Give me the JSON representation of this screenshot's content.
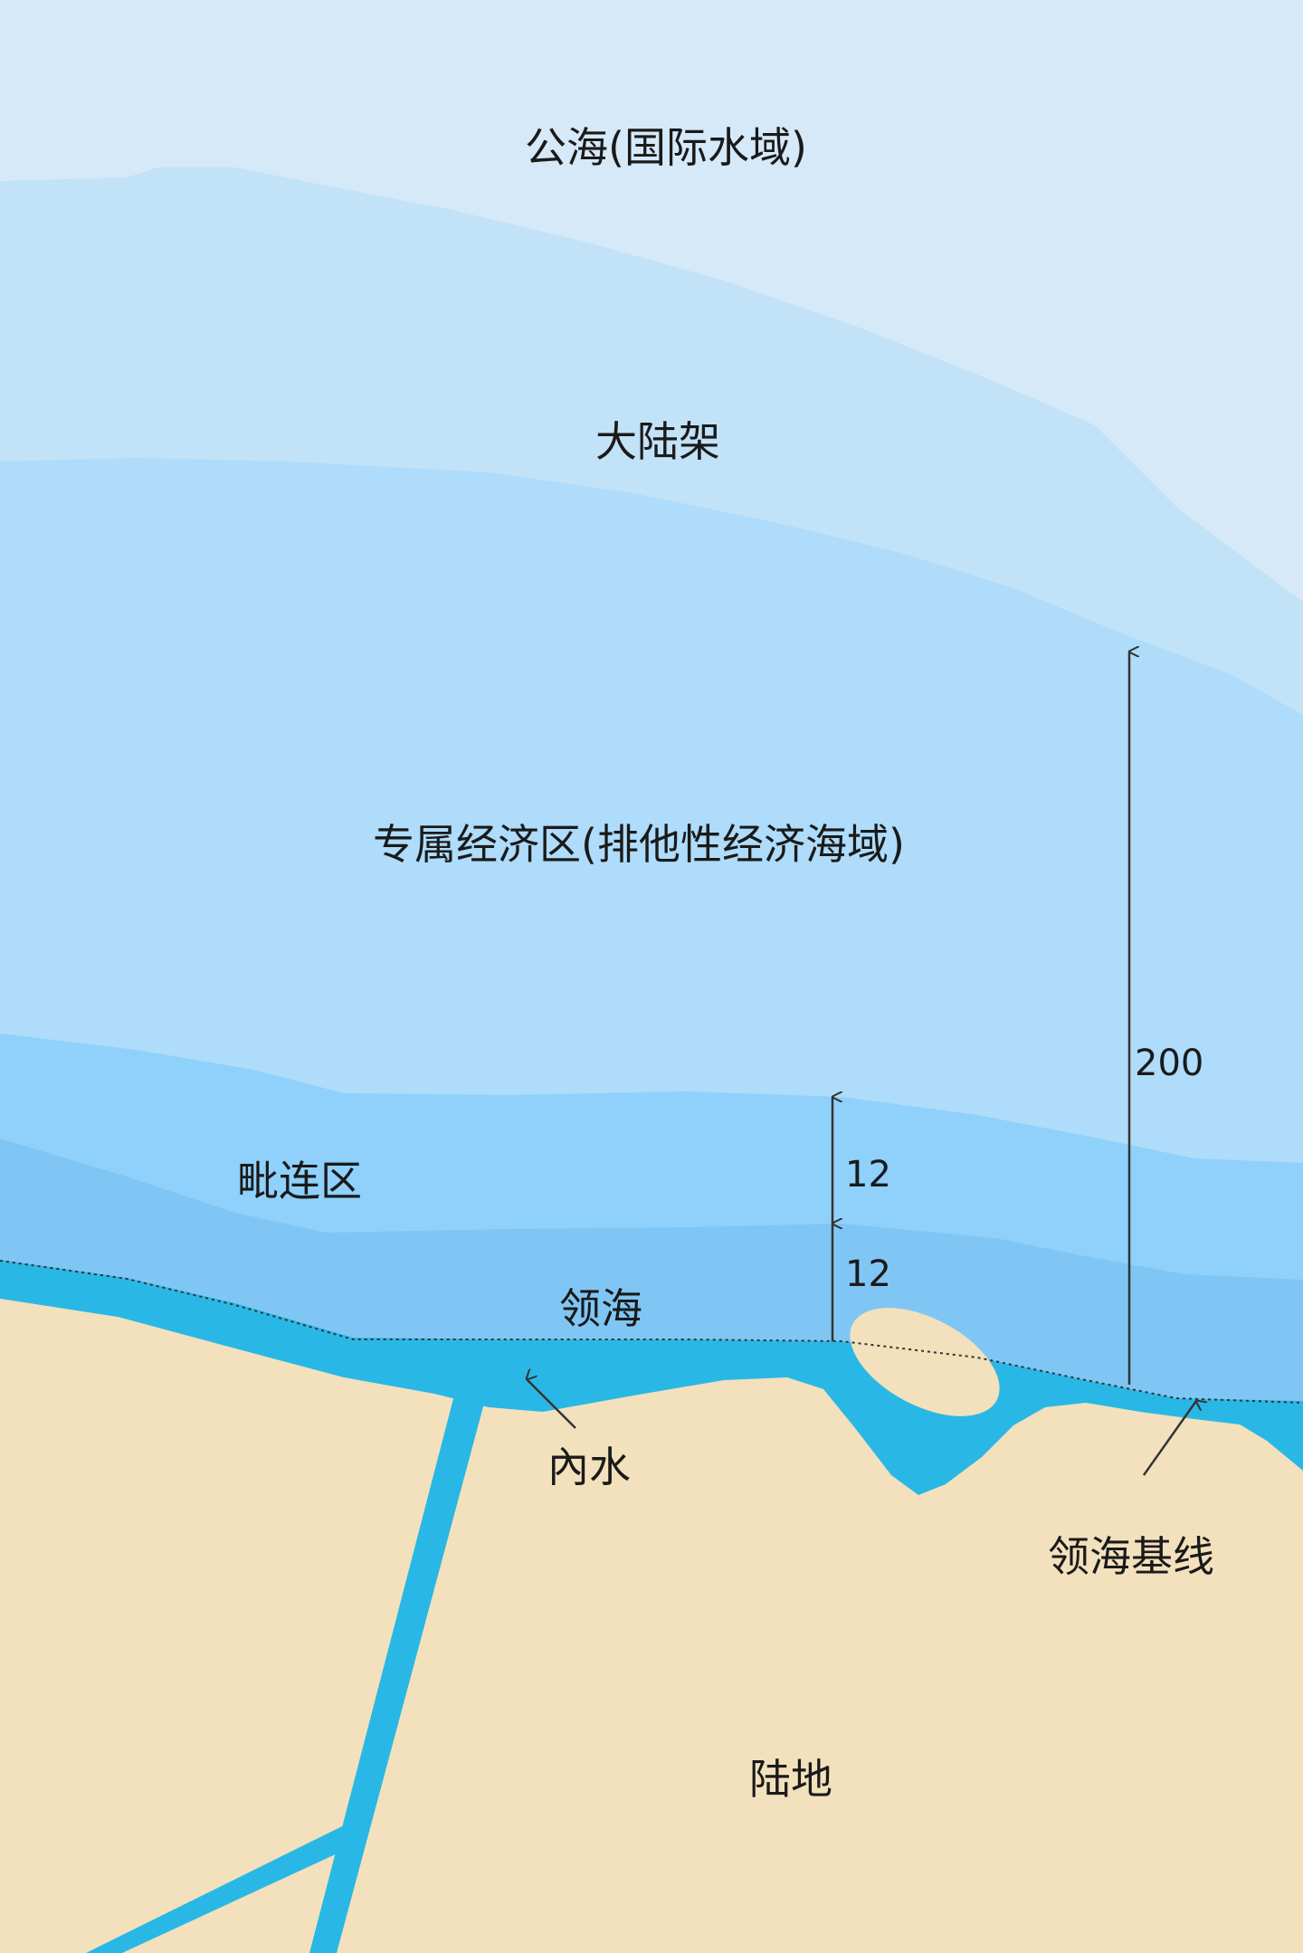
{
  "zones": {
    "high_seas": "公海(国际水域)",
    "continental_shelf": "大陆架",
    "eez": "专属经济区(排他性经济海域)",
    "contiguous_zone": "毗连区",
    "territorial_sea": "领海",
    "internal_waters": "內水",
    "baseline": "领海基线",
    "land": "陆地"
  },
  "distances": {
    "eez": "200",
    "contiguous_zone": "12",
    "territorial_sea": "12"
  },
  "colors": {
    "high_seas": "#d6e9f8",
    "continental_shelf": "#c2e2f8",
    "eez": "#aedcfa",
    "contiguous_zone": "#8fd1fa",
    "territorial_sea": "#80c6f5",
    "internal_waters": "#29b8e6",
    "land": "#f2e1bc",
    "arrow": "#333333"
  }
}
